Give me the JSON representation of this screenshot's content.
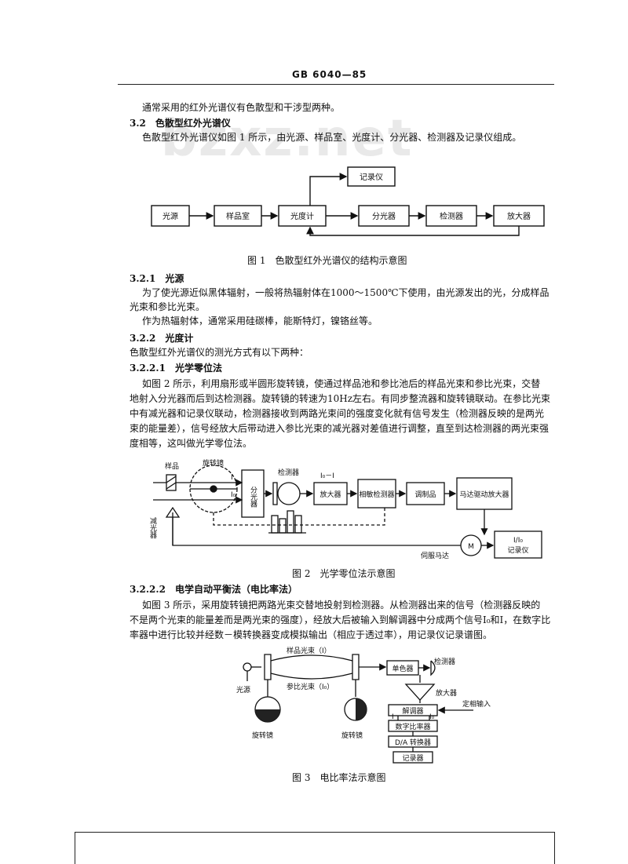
{
  "header": {
    "code": "GB 6040—85"
  },
  "watermark": "bzxz.net",
  "intro": "通常采用的红外光谱仪有色散型和干涉型两种。",
  "s32": {
    "num": "3.2",
    "title": "色散型红外光谱仪",
    "text": "色散型红外光谱仪如图 1 所示，由光源、样品室、光度计、分光器、检测器及记录仪组成。"
  },
  "fig1": {
    "blocks": {
      "source": "光源",
      "sample": "样品室",
      "photometer": "光度计",
      "splitter": "分光器",
      "detector": "检测器",
      "amplifier": "放大器",
      "recorder": "记录仪"
    },
    "caption": "图 1　色散型红外光谱仪的结构示意图"
  },
  "s321": {
    "num": "3.2.1",
    "title": "光源",
    "p1a": "为了使光源近似黑体辐射，一般将热辐射体在1000～1500℃下使用，由光源发出的光，分成样品",
    "p1b": "光束和参比光束。",
    "p2": "作为热辐射体，通常采用硅碳棒，能斯特灯，镍铬丝等。"
  },
  "s322": {
    "num": "3.2.2",
    "title": "光度计",
    "text": "色散型红外光谱仪的测光方式有以下两种："
  },
  "s3221": {
    "num": "3.2.2.1",
    "title": "光学零位法",
    "lines": [
      "如图 2 所示，利用扇形或半圆形旋转镜，使通过样品池和参比池后的样品光束和参比光束，交替",
      "地射入分光器而后到达检测器。旋转镜的转速为10Hz左右。有同步整流器和旋转镜联动。在参比光束",
      "中有减光器和记录仪联动，检测器接收到两路光束间的强度变化就有信号发生（检测器反映的是两光",
      "束的能量差），信号经放大后带动进入参比光束的减光器对差值进行调整，直至到达检测器的两光束强",
      "度相等，这叫做光学零位法。"
    ]
  },
  "fig2": {
    "sample": "样品",
    "rotmirror": "旋转镜",
    "I": "I",
    "I0": "I₀",
    "splitter": "分光器",
    "detector": "检测器",
    "diff": "I₀－I",
    "amplifier": "放大器",
    "phase_detector": "相敏检测器",
    "modulator": "调制品",
    "motor_amp": "马达驱动放大器",
    "reducer": "减光器",
    "servo": "伺服马达",
    "M": "M",
    "ratio": "I/I₀",
    "recorder": "记录仪",
    "caption": "图 2　光学零位法示意图"
  },
  "s3222": {
    "num": "3.2.2.2",
    "title": "电学自动平衡法（电比率法）",
    "lines": [
      "如图 3 所示，采用旋转镜把两路光束交替地投射到检测器。从检测器出来的信号（检测器反映的",
      "不是两个光束的能量差而是两光束的强度），经放大后被输入到解调器中分成两个信号I₀和I，在数字比",
      "率器中进行比较并经数－模转换器变成模拟输出（相应于透过率），用记录仪记录谱图。"
    ]
  },
  "fig3": {
    "sample_beam": "样品光束（I）",
    "ref_beam": "参比光束（I₀）",
    "source": "光源",
    "mono": "单色器",
    "detector": "检测器",
    "amplifier": "放大器",
    "demod": "解调器",
    "timing": "定相输入",
    "I": "I",
    "I0": "I₀",
    "ratio": "数字比率器",
    "dac": "D/A 转换器",
    "recorder": "记录器",
    "rot1": "旋转镜",
    "rot2": "旋转镜",
    "caption": "图 3　电比率法示意图"
  }
}
